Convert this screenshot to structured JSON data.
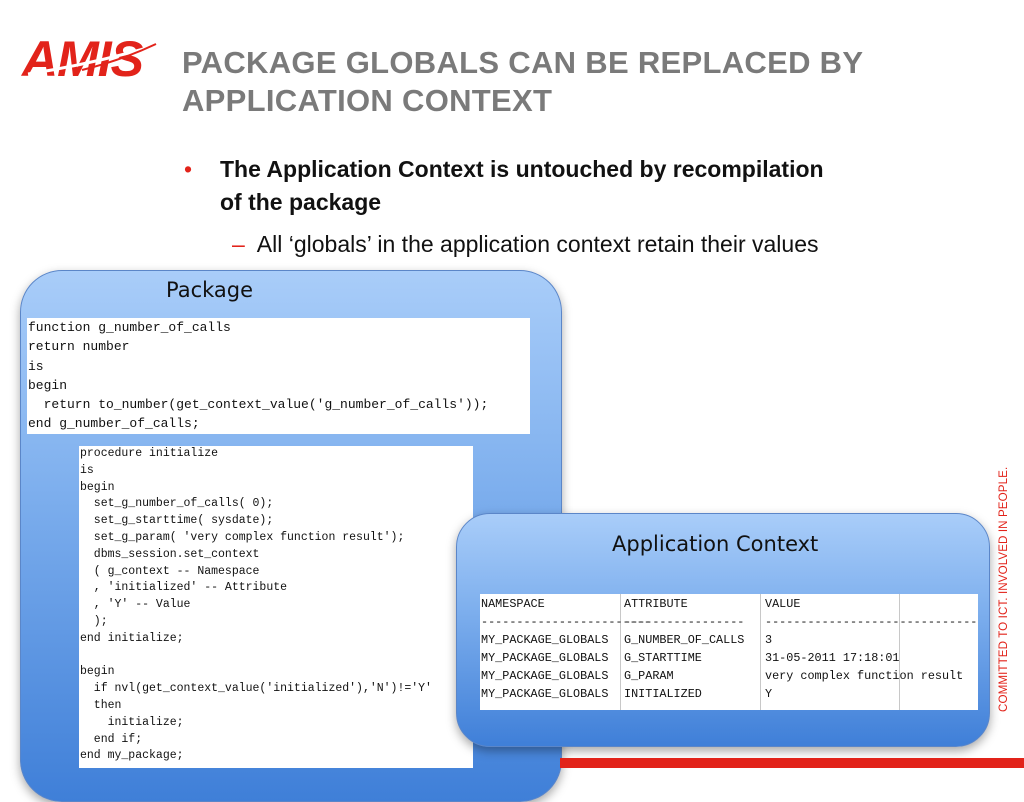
{
  "brand": {
    "logo_text": "AMIS",
    "accent": "#e2231a",
    "title_color": "#7a7a7a"
  },
  "slide": {
    "title": "PACKAGE GLOBALS CAN BE REPLACED BY APPLICATION CONTEXT",
    "bullet": "The Application Context is untouched by recompilation of the package",
    "bullet_marker": "•",
    "sub_bullet": "All ‘globals’ in the application context retain their values",
    "sub_marker": "–",
    "side_text": "COMMITTED TO ICT. INVOLVED IN PEOPLE."
  },
  "package_box": {
    "title": "Package",
    "function_code": "function g_number_of_calls\nreturn number\nis\nbegin\n  return to_number(get_context_value('g_number_of_calls'));\nend g_number_of_calls;",
    "procedure_code": "procedure initialize\nis\nbegin\n  set_g_number_of_calls( 0);\n  set_g_starttime( sysdate);\n  set_g_param( 'very complex function result');\n  dbms_session.set_context\n  ( g_context -- Namespace\n  , 'initialized' -- Attribute\n  , 'Y' -- Value\n  );\nend initialize;\n\nbegin\n  if nvl(get_context_value('initialized'),'N')!='Y'\n  then\n    initialize;\n  end if;\nend my_package;"
  },
  "context_box": {
    "title": "Application Context",
    "columns": [
      "NAMESPACE",
      "ATTRIBUTE",
      "VALUE"
    ],
    "separator": [
      "------------------------",
      "-----------------",
      "--------------------------------"
    ],
    "rows": [
      [
        "MY_PACKAGE_GLOBALS",
        "G_NUMBER_OF_CALLS",
        "3"
      ],
      [
        "MY_PACKAGE_GLOBALS",
        "G_STARTTIME",
        "31-05-2011 17:18:01"
      ],
      [
        "MY_PACKAGE_GLOBALS",
        "G_PARAM",
        "very complex function result"
      ],
      [
        "MY_PACKAGE_GLOBALS",
        "INITIALIZED",
        "Y"
      ]
    ]
  }
}
